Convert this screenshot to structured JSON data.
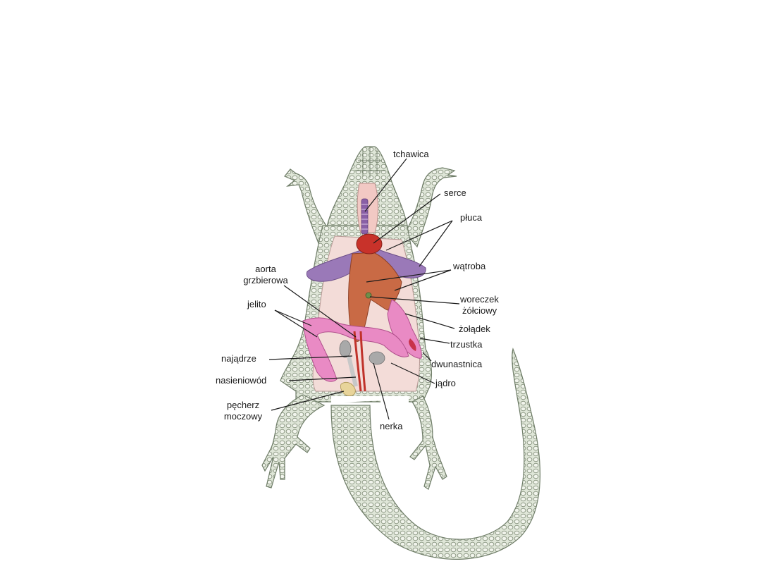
{
  "diagram": {
    "subject": "lizard internal anatomy (male)",
    "colors": {
      "background": "#ffffff",
      "skin": "#dfe6d8",
      "scale_outline": "#6f7d68",
      "body_cavity": "#f3dcd8",
      "heart": "#c8322a",
      "lungs": "#9a79b8",
      "liver": "#c96a45",
      "intestine": "#e98ac4",
      "gallbladder": "#6f8f4a",
      "testis": "#a9a9a9",
      "aorta": "#c0322a",
      "bladder": "#e8d49a",
      "label_text": "#1a1a1a"
    },
    "labels": {
      "tchawica": "tchawica",
      "serce": "serce",
      "pluca": "płuca",
      "watroba": "wątroba",
      "woreczek_1": "woreczek",
      "woreczek_2": "żółciowy",
      "zoladek": "żołądek",
      "trzustka": "trzustka",
      "dwunastnica": "dwunastnica",
      "jadro": "jądro",
      "aorta_1": "aorta",
      "aorta_2": "grzbierowa",
      "jelito": "jelito",
      "najadrze": "najądrze",
      "nasieniowod": "nasieniowód",
      "pecherz_1": "pęcherz",
      "pecherz_2": "moczowy",
      "nerka": "nerka"
    }
  }
}
